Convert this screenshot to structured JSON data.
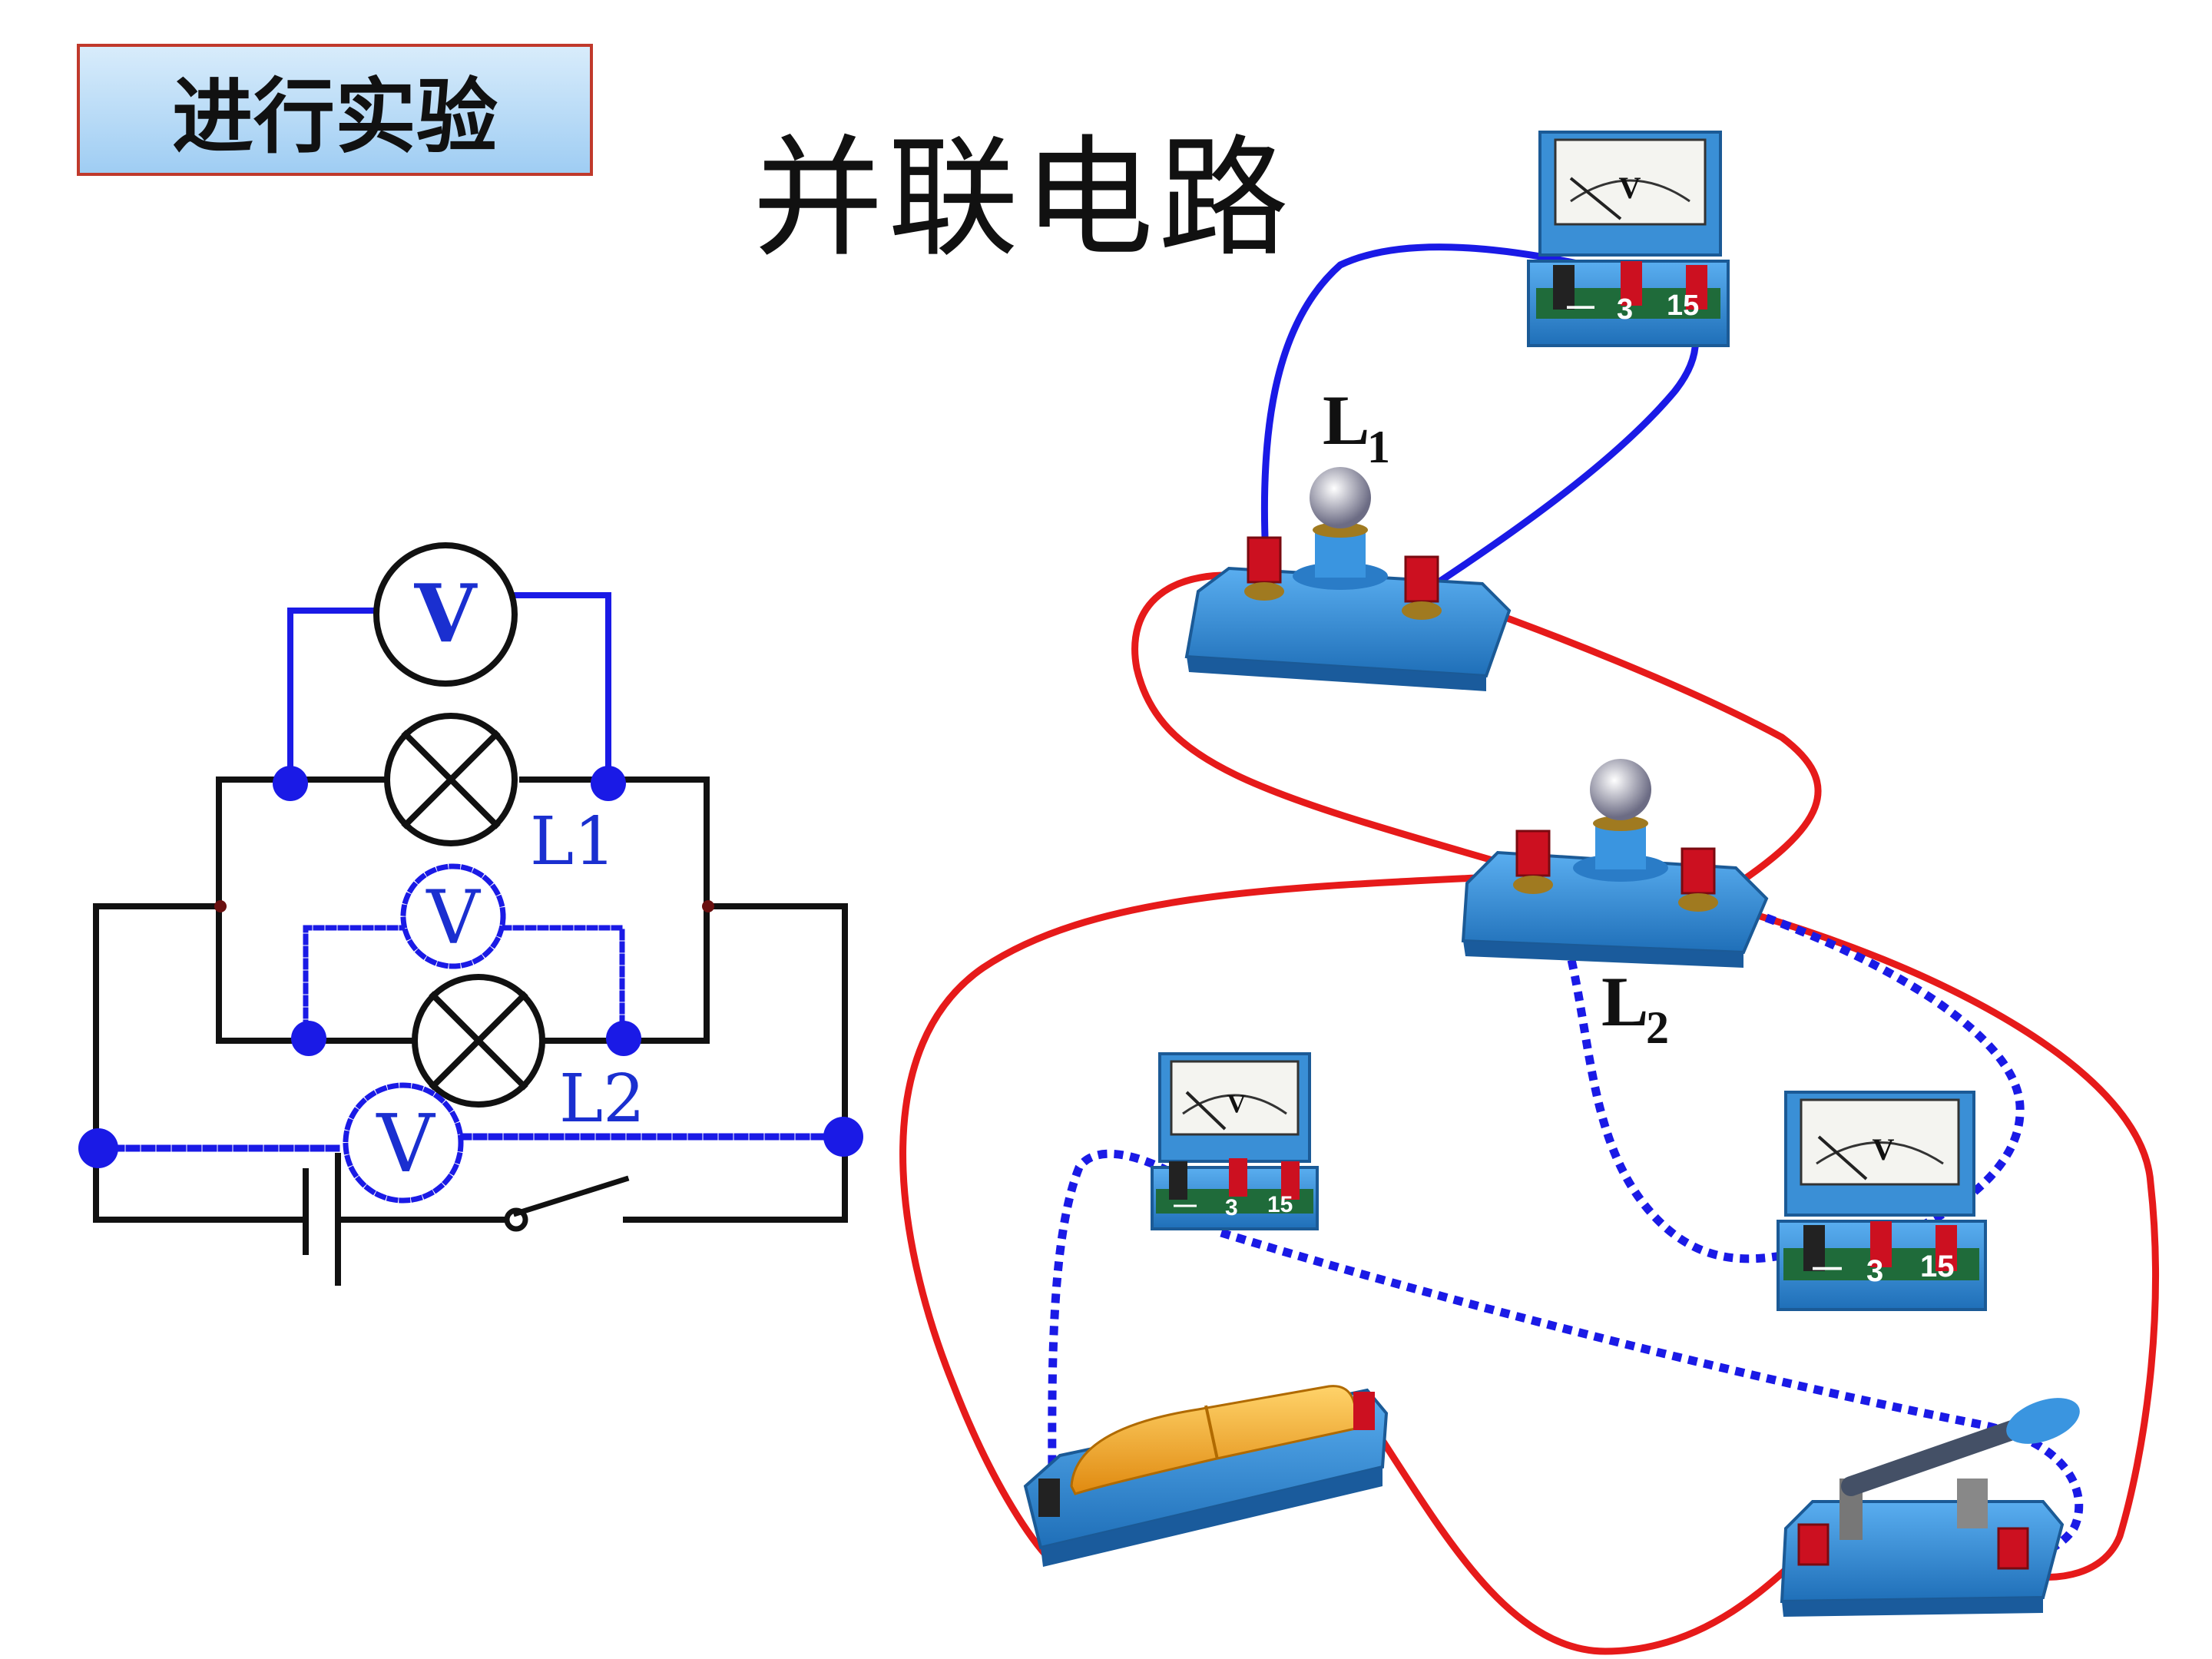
{
  "badge": {
    "text": "进行实验"
  },
  "title": "并联电路",
  "schematic": {
    "lamp1_label": "L1",
    "lamp2_label": "L2",
    "voltmeter_symbol": "V"
  },
  "apparatus": {
    "lamp1_label_main": "L",
    "lamp1_label_sub": "1",
    "lamp2_label_main": "L",
    "lamp2_label_sub": "2",
    "meter_terminal_minus": "—",
    "meter_terminal_3": "3",
    "meter_terminal_15": "15",
    "meter_face_symbol": "V"
  },
  "colors": {
    "wire_blue": "#1a1ae6",
    "wire_red": "#e61a1a",
    "board_blue": "#3a8fd6",
    "terminal_red": "#cc1020"
  }
}
